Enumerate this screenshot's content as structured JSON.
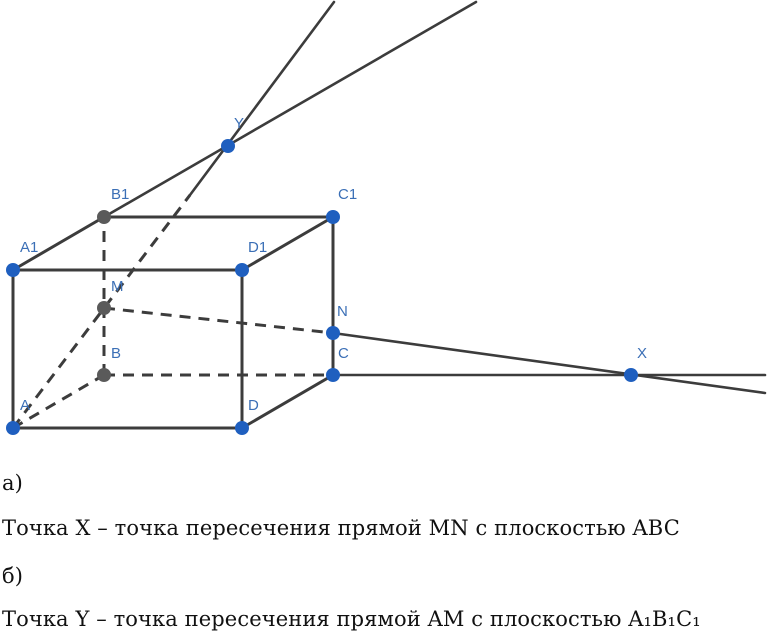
{
  "figure": {
    "labels": {
      "A": "A",
      "B": "B",
      "C": "C",
      "D": "D",
      "A1": "A1",
      "B1": "B1",
      "C1": "C1",
      "D1": "D1",
      "M": "M",
      "N": "N",
      "X": "X",
      "Y": "Y"
    },
    "colors": {
      "edge": "#3c3c3c",
      "point_visible": "#1f5fbf",
      "point_hidden": "#5a5a5a",
      "label": "#3b6fb6"
    }
  },
  "text": {
    "part_a": "а)",
    "answer_a": "Точка X – точка пересечения прямой MN с плоскостью ABC",
    "part_b": "б)",
    "answer_b": "Точка Y – точка пересечения прямой AM с плоскостью A₁B₁C₁"
  }
}
